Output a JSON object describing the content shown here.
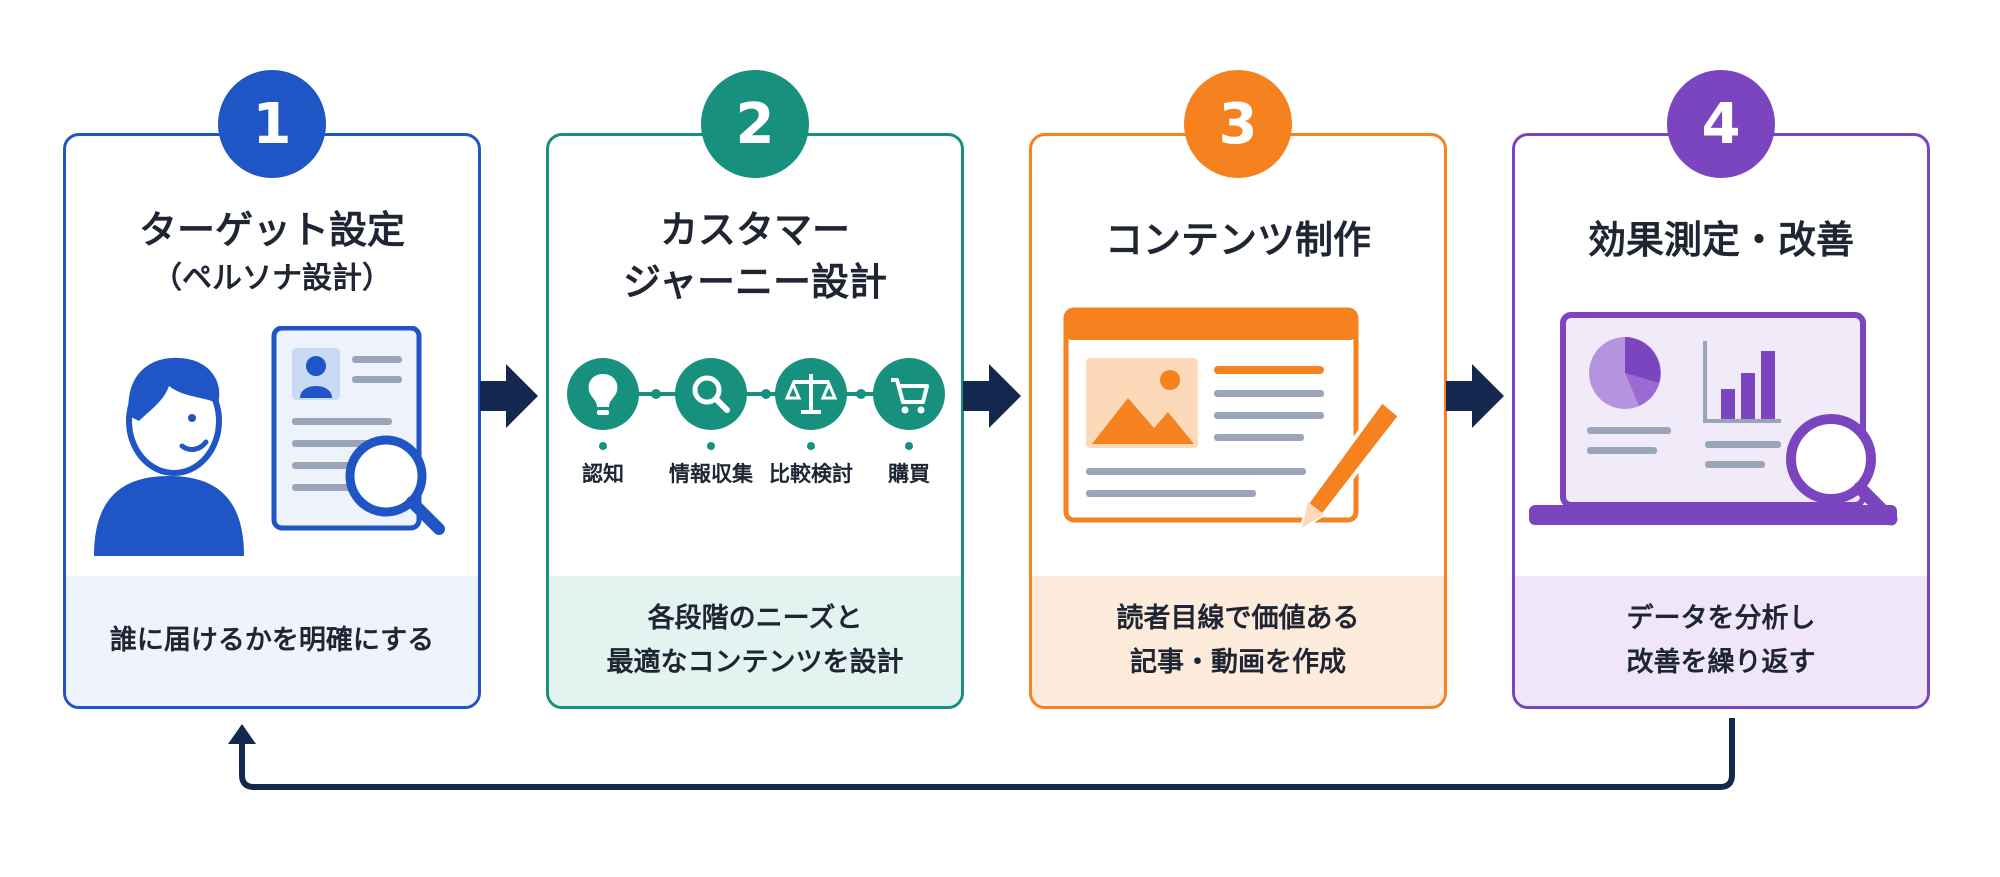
{
  "colors": {
    "blue": "#1f55c4",
    "teal": "#17907e",
    "orange": "#f5821f",
    "purple": "#7b45bf",
    "navy": "#14284f"
  },
  "steps": [
    {
      "number": "1",
      "title": "ターゲット設定",
      "subtitle": "（ペルソナ設計）",
      "description": [
        "誰に届けるかを明確にする"
      ]
    },
    {
      "number": "2",
      "title": "カスタマー",
      "subtitle": "ジャーニー設計",
      "journey": [
        "認知",
        "情報収集",
        "比較検討",
        "購買"
      ],
      "description": [
        "各段階のニーズと",
        "最適なコンテンツを設計"
      ]
    },
    {
      "number": "3",
      "title": "コンテンツ制作",
      "description": [
        "読者目線で価値ある",
        "記事・動画を作成"
      ]
    },
    {
      "number": "4",
      "title": "効果測定・改善",
      "description": [
        "データを分析し",
        "改善を繰り返す"
      ]
    }
  ]
}
